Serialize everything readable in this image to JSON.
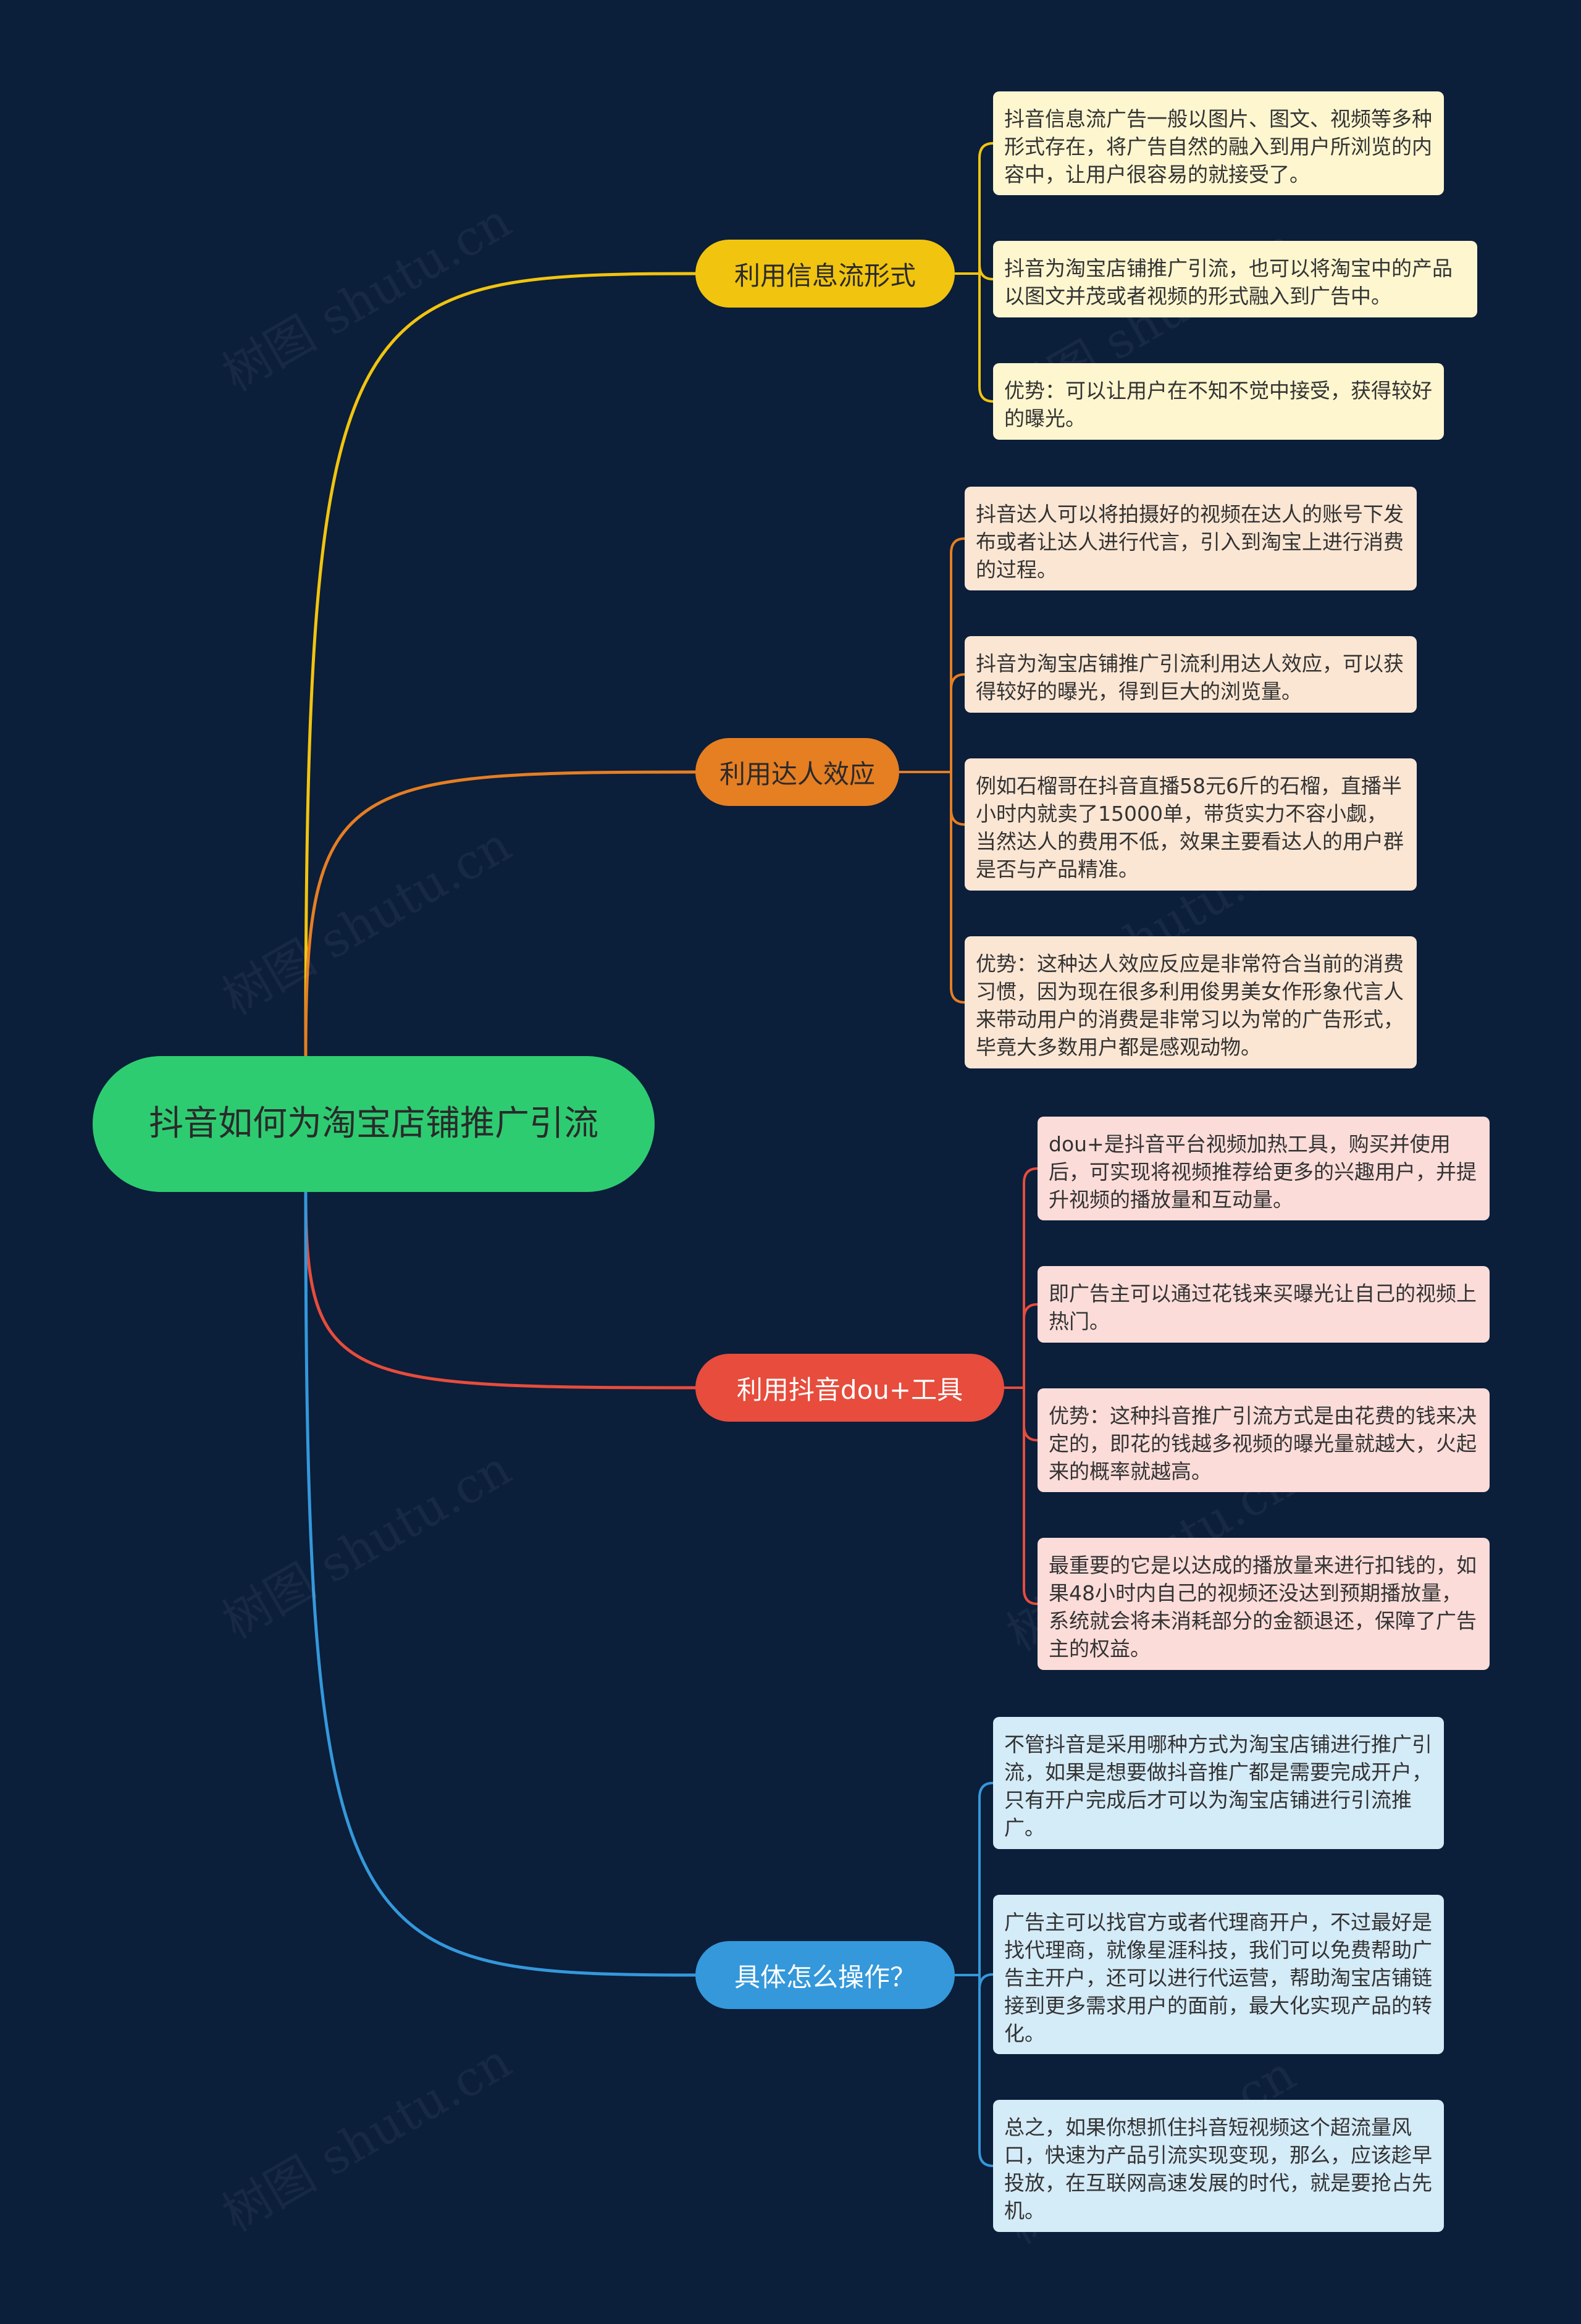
{
  "root": {
    "label": "抖音如何为淘宝店铺推广引流"
  },
  "colors": {
    "background": "#0b1e3a",
    "root": "#2ecc71",
    "branch_1": "#f1c40f",
    "branch_2": "#e67e22",
    "branch_3": "#e74c3c",
    "branch_4": "#3498db"
  },
  "branches": [
    {
      "label": "利用信息流形式",
      "leaves": [
        "抖音信息流广告一般以图片、图文、视频等多种形式存在，将广告自然的融入到用户所浏览的内容中，让用户很容易的就接受了。",
        "抖音为淘宝店铺推广引流，也可以将淘宝中的产品以图文并茂或者视频的形式融入到广告中。",
        "优势：可以让用户在不知不觉中接受，获得较好的曝光。"
      ]
    },
    {
      "label": "利用达人效应",
      "leaves": [
        "抖音达人可以将拍摄好的视频在达人的账号下发布或者让达人进行代言，引入到淘宝上进行消费的过程。",
        "抖音为淘宝店铺推广引流利用达人效应，可以获得较好的曝光，得到巨大的浏览量。",
        "例如石榴哥在抖音直播58元6斤的石榴，直播半小时内就卖了15000单，带货实力不容小觑，当然达人的费用不低，效果主要看达人的用户群是否与产品精准。",
        "优势：这种达人效应反应是非常符合当前的消费习惯，因为现在很多利用俊男美女作形象代言人来带动用户的消费是非常习以为常的广告形式，毕竟大多数用户都是感观动物。"
      ]
    },
    {
      "label": "利用抖音dou+工具",
      "leaves": [
        "dou+是抖音平台视频加热工具，购买并使用后，可实现将视频推荐给更多的兴趣用户，并提升视频的播放量和互动量。",
        "即广告主可以通过花钱来买曝光让自己的视频上热门。",
        "优势：这种抖音推广引流方式是由花费的钱来决定的，即花的钱越多视频的曝光量就越大，火起来的概率就越高。",
        "最重要的它是以达成的播放量来进行扣钱的，如果48小时内自己的视频还没达到预期播放量，系统就会将未消耗部分的金额退还，保障了广告主的权益。"
      ]
    },
    {
      "label": "具体怎么操作？",
      "leaves": [
        "不管抖音是采用哪种方式为淘宝店铺进行推广引流，如果是想要做抖音推广都是需要完成开户，只有开户完成后才可以为淘宝店铺进行引流推广。",
        "广告主可以找官方或者代理商开户，不过最好是找代理商，就像星涯科技，我们可以免费帮助广告主开户，还可以进行代运营，帮助淘宝店铺链接到更多需求用户的面前，最大化实现产品的转化。",
        "总之，如果你想抓住抖音短视频这个超流量风口，快速为产品引流实现变现，那么，应该趁早投放，在互联网高速发展的时代，就是要抢占先机。"
      ]
    }
  ],
  "watermark": "树图 shutu.cn"
}
